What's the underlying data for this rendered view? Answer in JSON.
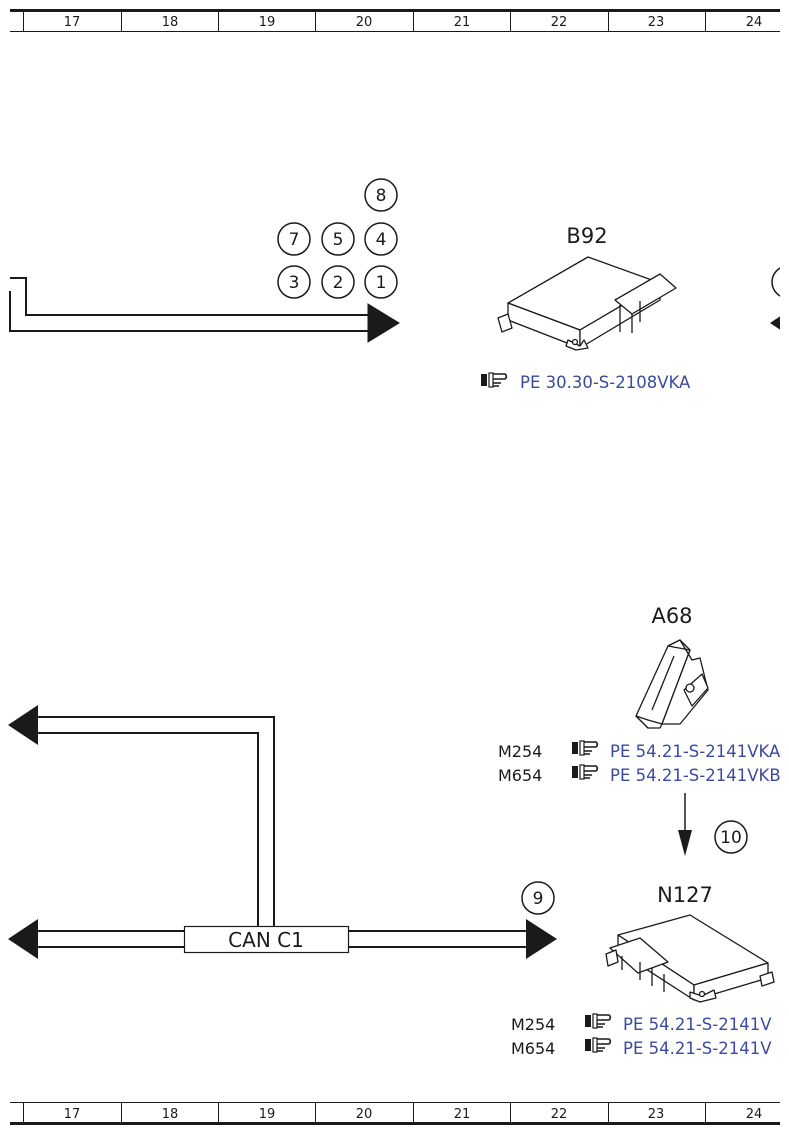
{
  "ruler": {
    "columns": [
      "17",
      "18",
      "19",
      "20",
      "21",
      "22",
      "23",
      "24"
    ]
  },
  "markers": {
    "m1": "1",
    "m2": "2",
    "m3": "3",
    "m4": "4",
    "m5": "5",
    "m7": "7",
    "m8": "8",
    "m9": "9",
    "m10": "10"
  },
  "components": {
    "b92": {
      "label": "B92",
      "ref": "PE 30.30-S-2108VKA"
    },
    "a68": {
      "label": "A68",
      "refs": [
        {
          "model": "M254",
          "ref": "PE 54.21-S-2141VKA"
        },
        {
          "model": "M654",
          "ref": "PE 54.21-S-2141VKB"
        }
      ]
    },
    "n127": {
      "label": "N127",
      "refs": [
        {
          "model": "M254",
          "ref": "PE 54.21-S-2141V"
        },
        {
          "model": "M654",
          "ref": "PE 54.21-S-2141V"
        }
      ]
    }
  },
  "bus": {
    "label": "CAN C1"
  },
  "colors": {
    "line": "#1a1a1a",
    "reference_link": "#3b4aa0"
  }
}
